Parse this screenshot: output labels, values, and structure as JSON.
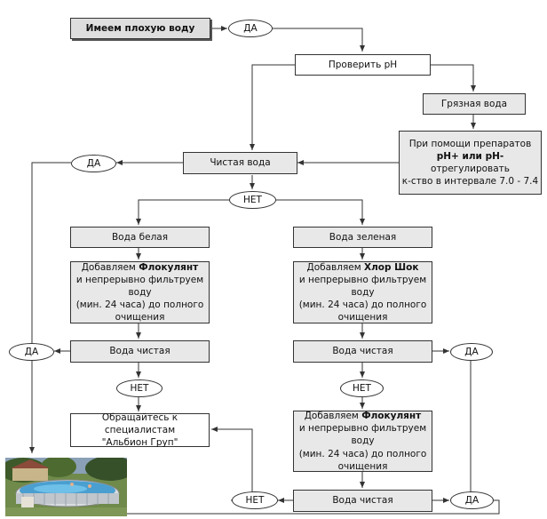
{
  "nodes": {
    "bad_water": "Имеем плохую воду",
    "yes_top": "ДА",
    "check_ph": "Проверить pH",
    "dirty_water": "Грязная вода",
    "adjust_l1": "При помощи препаратов",
    "adjust_bold": "pH+ или pH-",
    "adjust_l2b": " отрегулировать",
    "adjust_l3": "к-ство в интервале 7.0 - 7.4",
    "clean_water": "Чистая вода",
    "yes_left_top": "ДА",
    "no_top": "НЕТ",
    "white_water": "Вода белая",
    "green_water": "Вода зеленая",
    "left_add_pre": "Добавляем ",
    "left_add_bold": "Флокулянт",
    "left_add_l2": "и непрерывно фильтруем воду",
    "left_add_l3": "(мин. 24 часа) до полного",
    "left_add_l4": "очищения",
    "right_add_pre": "Добавляем ",
    "right_add_bold": "Хлор Шок",
    "right_add_l2": "и непрерывно фильтруем воду",
    "right_add_l3": "(мин. 24 часа) до полного",
    "right_add_l4": "очищения",
    "left_clean": "Вода чистая",
    "right_clean": "Вода чистая",
    "yes_left_mid": "ДА",
    "yes_right_mid": "ДА",
    "no_left_mid": "НЕТ",
    "no_right_mid": "НЕТ",
    "specialists_l1": "Обращайтесь к специалистам",
    "specialists_l2": "\"Альбион Груп\"",
    "floc2_pre": "Добавляем ",
    "floc2_bold": "Флокулянт",
    "floc2_l2": "и непрерывно фильтруем воду",
    "floc2_l3": "(мин. 24 часа) до полного",
    "floc2_l4": "очищения",
    "bottom_clean": "Вода чистая",
    "no_bottom": "НЕТ",
    "yes_bottom": "ДА"
  },
  "colors": {
    "stroke": "#333333",
    "box_fill": "#e8e8e8"
  },
  "illustration": "swimming-pool-photo"
}
